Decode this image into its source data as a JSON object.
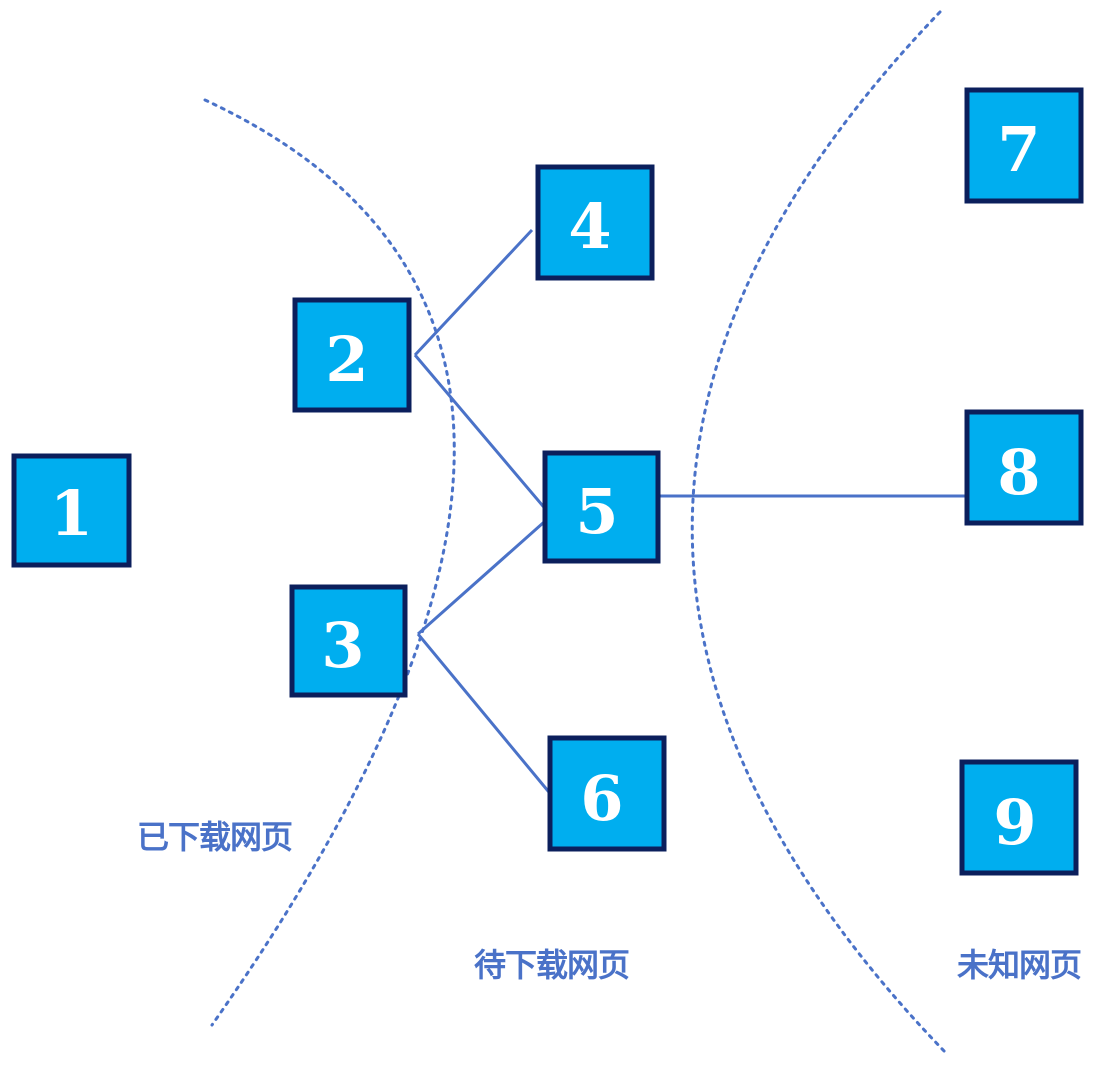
{
  "colors": {
    "node_fill": "#00aeef",
    "node_border": "#0b1f5c",
    "edge": "#4a72c8",
    "boundary": "#4a72c8",
    "label": "#4a72c8"
  },
  "nodes": [
    {
      "id": "1",
      "label": "1"
    },
    {
      "id": "2",
      "label": "2"
    },
    {
      "id": "3",
      "label": "3"
    },
    {
      "id": "4",
      "label": "4"
    },
    {
      "id": "5",
      "label": "5"
    },
    {
      "id": "6",
      "label": "6"
    },
    {
      "id": "7",
      "label": "7"
    },
    {
      "id": "8",
      "label": "8"
    },
    {
      "id": "9",
      "label": "9"
    }
  ],
  "edges": [
    {
      "from": "2",
      "to": "4"
    },
    {
      "from": "2",
      "to": "5"
    },
    {
      "from": "3",
      "to": "5"
    },
    {
      "from": "3",
      "to": "6"
    },
    {
      "from": "5",
      "to": "8"
    }
  ],
  "regions": {
    "downloaded": "已下载网页",
    "to_download": "待下载网页",
    "unknown": "未知网页"
  }
}
